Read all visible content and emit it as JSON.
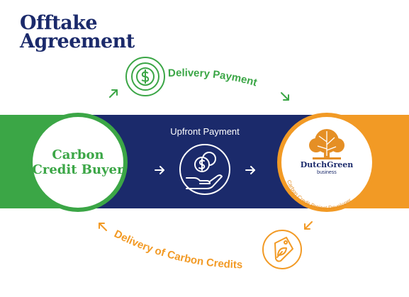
{
  "title": {
    "line1": "Offtake",
    "line2": "Agreement"
  },
  "top_arc_label": "Delivery Payment",
  "bottom_arc_label": "Delivery of Carbon Credits",
  "center": {
    "label": "Upfront Payment",
    "icon": "hand-with-coins-icon"
  },
  "left_node": {
    "line1": "Carbon",
    "line2": "Credit Buyer"
  },
  "right_node": {
    "logo_text": "DutchGreen",
    "logo_sub": "business",
    "ring_text": "Carbon Credit Project Developer"
  },
  "icons": {
    "top": "coin-payment-icon",
    "bottom": "carbon-credit-tag-icon"
  },
  "colors": {
    "navy": "#1b2a6b",
    "green": "#3ba646",
    "orange": "#f29a25",
    "logo_orange": "#e58f25"
  }
}
